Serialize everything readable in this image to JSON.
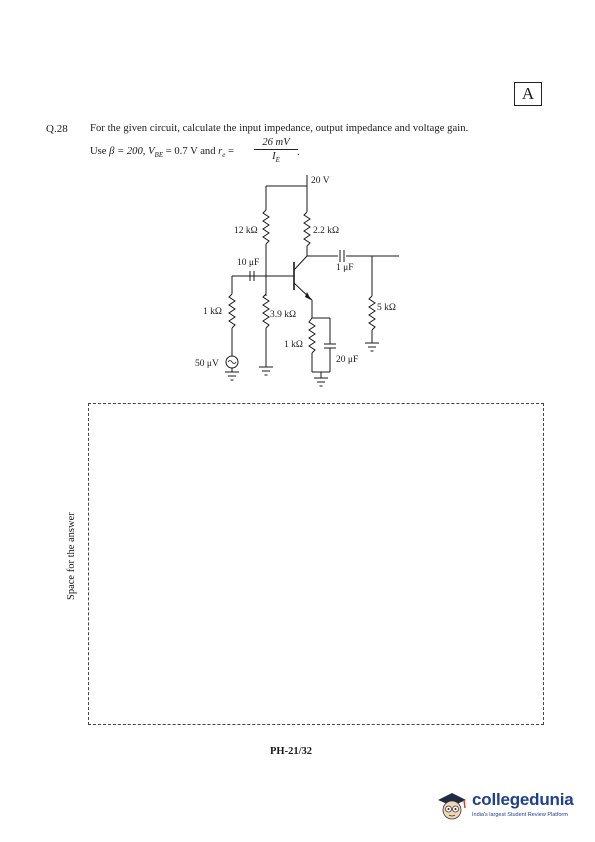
{
  "set_code": "A",
  "question": {
    "number": "Q.28",
    "text": "For the given circuit, calculate the input impedance, output impedance and voltage gain.",
    "given_prefix": "Use",
    "beta": "β = 200,",
    "vbe": "V",
    "vbe_sub": "BE",
    "vbe_value": "= 0.7 V and",
    "re": "r",
    "re_sub": "e",
    "eq": "=",
    "frac_num": "26 mV",
    "frac_den": "I",
    "frac_den_sub": "E",
    "end": "."
  },
  "circuit": {
    "supply": "20 V",
    "r_bias_top": "12 kΩ",
    "r_collector": "2.2 kΩ",
    "c_in": "10 μF",
    "c_out": "1 μF",
    "r_source": "1 kΩ",
    "r_bias_bottom": "3.9 kΩ",
    "r_load": "5 kΩ",
    "r_emitter": "1 kΩ",
    "c_emitter": "20 μF",
    "source": "50 μV"
  },
  "answer_space_label": "Space for the answer",
  "page_code": "PH-21/32",
  "brand": {
    "name": "collegedunia",
    "tagline": "India's largest Student Review Platform",
    "color": "#1f3f8f",
    "accent": "#e23b2e"
  }
}
